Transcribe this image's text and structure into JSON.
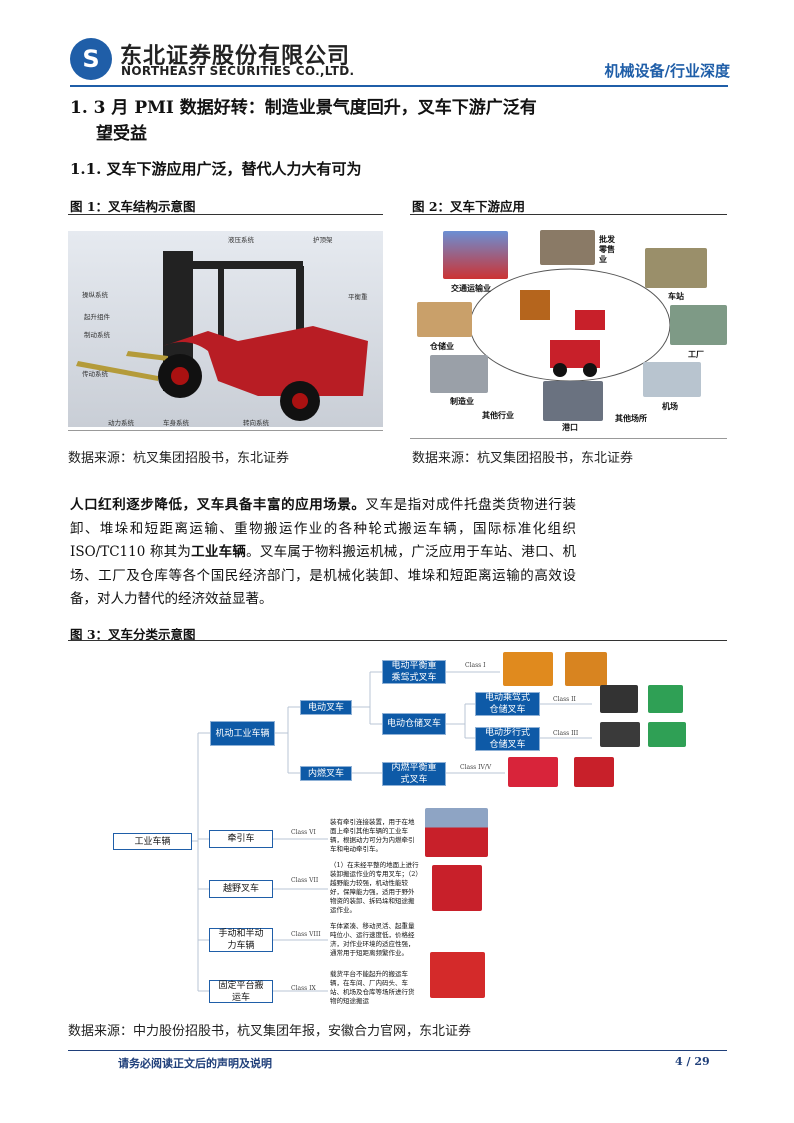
{
  "header": {
    "company_cn": "东北证券股份有限公司",
    "company_en": "NORTHEAST SECURITIES CO.,LTD.",
    "section_tag": "机械设备/行业深度",
    "logo_icon": "northeast-securities-logo"
  },
  "heading1": {
    "line1": "1.  3 月 PMI 数据好转：制造业景气度回升，叉车下游广泛有",
    "line2": "望受益"
  },
  "heading2": "1.1.  叉车下游应用广泛，替代人力大有可为",
  "figure1": {
    "caption": "图 1：叉车结构示意图",
    "labels": [
      "液压系统",
      "护顶架",
      "操纵系统",
      "平衡重",
      "起升组件",
      "制动系统",
      "传动系统",
      "动力系统",
      "车身系统",
      "转向系统"
    ],
    "source": "数据来源：杭叉集团招股书，东北证券"
  },
  "figure2": {
    "caption": "图 2：叉车下游应用",
    "labels": [
      "交通运输业",
      "批发零售业",
      "车站",
      "仓储业",
      "工厂",
      "制造业",
      "机场",
      "其他行业",
      "港口",
      "其他场所"
    ],
    "source": "数据来源：杭叉集团招股书，东北证券"
  },
  "paragraph": {
    "lead": "人口红利逐步降低，叉车具备丰富的应用场景。",
    "t1": "叉车是指对成件托盘类货物进行装卸、堆垛和短距离运输、重物搬运作业的各种轮式搬运车辆，国际标准化组织ISO/TC110 称其为",
    "bold2": "工业车辆",
    "t2": "。叉车属于物料搬运机械，广泛应用于车站、港口、机场、工厂及仓库等各个国民经济部门，是机械化装卸、堆垛和短距离运输的高效设备，对人力替代的经济效益显著。"
  },
  "figure3": {
    "caption": "图 3：叉车分类示意图",
    "root": "工业车辆",
    "motorized": "机动工业车辆",
    "electric": "电动叉车",
    "ice": "内燃叉车",
    "e_counter": "电动平衡重乘驾式叉车",
    "e_warehouse": "电动仓储叉车",
    "ice_counter": "内燃平衡重式叉车",
    "e_ride": "电动乘驾式仓储叉车",
    "e_walk": "电动步行式仓储叉车",
    "tractor": "牵引车",
    "offroad": "越野叉车",
    "manual": "手动和半动力车辆",
    "platform": "固定平台搬运车",
    "classes": {
      "c1": "Class I",
      "c2": "Class II",
      "c3": "Class III",
      "c45": "Class IV/V",
      "c6": "Class VI",
      "c7": "Class VII",
      "c8": "Class VIII",
      "c9": "Class IX"
    },
    "desc_tractor": "装有牵引连接装置，用于在地面上牵引其他车辆的工业车辆，根据动力可分为内燃牵引车和电动牵引车。",
    "desc_offroad": "（1）在未经平整的地面上进行装卸搬运作业的专用叉车；（2）越野能力较强，机动性能较好，保障能力强，适用于野外物资的装卸、拆码垛和短途搬运作业。",
    "desc_manual": "车体紧凑、移动灵活、起重量吨位小、运行速度低，价格经济，对作业环境的适应性强，通常用于短距离频繁作业。",
    "desc_platform": "载货平台不能起升的搬运车辆，在车间、厂内码头、车站、机场及仓库等场所进行货物的短途搬运",
    "source": "数据来源：中力股份招股书，杭叉集团年报，安徽合力官网，东北证券"
  },
  "footer": {
    "notice": "请务必阅读正文后的声明及说明",
    "page": "4 / 29"
  },
  "colors": {
    "brand_blue": "#1f5ea8",
    "box_blue": "#0e5aa7",
    "forklift_red": "#c8202a"
  }
}
